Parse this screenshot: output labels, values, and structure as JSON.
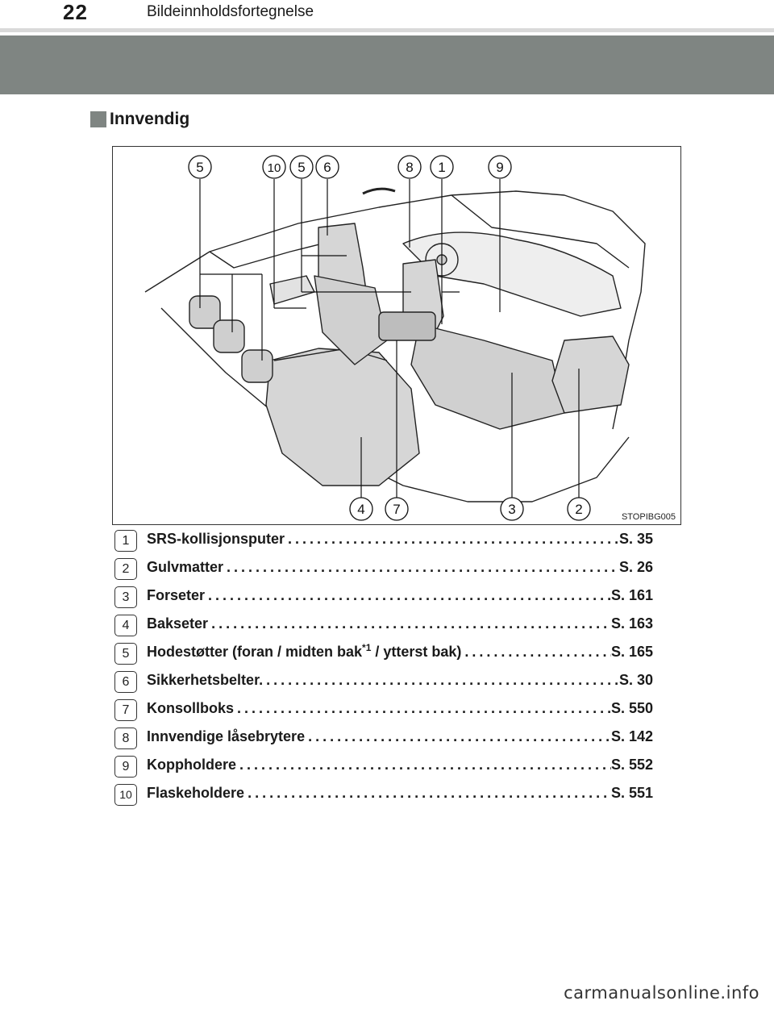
{
  "header": {
    "page_number": "22",
    "title": "Bildeinnholdsfortegnelse"
  },
  "section": {
    "title": "Innvendig"
  },
  "figure": {
    "code": "STOPIBG005",
    "callouts_top": [
      "5",
      "10",
      "5",
      "6",
      "8",
      "1",
      "9"
    ],
    "callouts_bottom": [
      "4",
      "7",
      "3",
      "2"
    ]
  },
  "items": [
    {
      "num": "1",
      "label": "SRS-kollisjonsputer",
      "ref": "S. 35"
    },
    {
      "num": "2",
      "label": "Gulvmatter",
      "ref": "S. 26"
    },
    {
      "num": "3",
      "label": "Forseter",
      "ref": "S. 161"
    },
    {
      "num": "4",
      "label": "Bakseter",
      "ref": "S. 163"
    },
    {
      "num": "5",
      "label_pre": "Hodestøtter (foran / midten bak",
      "label_sup": "*1",
      "label_post": " / ytterst bak)",
      "ref": "S. 165"
    },
    {
      "num": "6",
      "label": "Sikkerhetsbelter.",
      "ref": "S. 30"
    },
    {
      "num": "7",
      "label": "Konsollboks",
      "ref": "S. 550"
    },
    {
      "num": "8",
      "label": "Innvendige låsebrytere",
      "ref": "S. 142"
    },
    {
      "num": "9",
      "label": "Koppholdere",
      "ref": "S. 552"
    },
    {
      "num": "10",
      "label": "Flaskeholdere",
      "ref": "S. 551"
    }
  ],
  "watermark": "carmanualsonline.info"
}
